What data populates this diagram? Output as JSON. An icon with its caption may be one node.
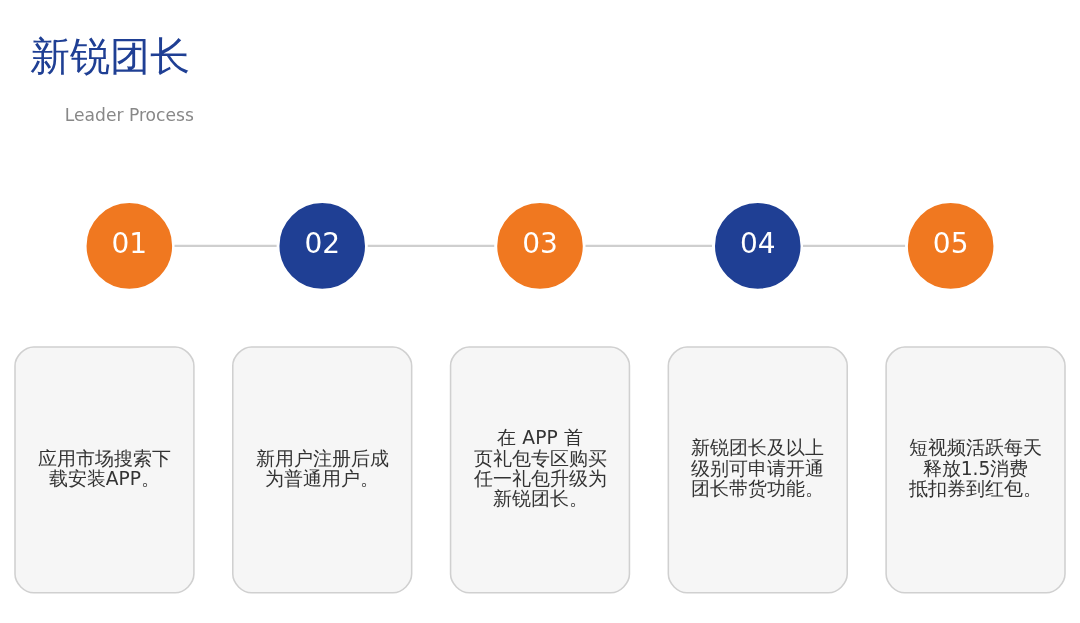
{
  "diagram": {
    "title": "新锐团长",
    "nodes": [
      {
        "text": [
          "01"
        ]
      },
      {
        "text": [
          "02"
        ]
      },
      {
        "text": [
          "03"
        ]
      },
      {
        "text": [
          "04"
        ]
      },
      {
        "text": [
          "05"
        ]
      },
      {
        "text": [
          "应用市场搜索下载安装APP。"
        ]
      },
      {
        "text": [
          "新用户注册后成为普通用户。"
        ]
      },
      {
        "text": [
          "在 APP 首页礼包专区购买任一礼包升级为新锐团长。"
        ]
      },
      {
        "text": [
          "新锐团长及以上级别可申请开通团长带货功能。"
        ]
      },
      {
        "text": [
          "短视频活跃每天释放1.5消费抵扣券到红包。"
        ]
      }
    ],
    "edges": [
      {
        "from": 0,
        "to": 1,
        "arrow": "none"
      },
      {
        "from": 1,
        "to": 2,
        "arrow": "none"
      },
      {
        "from": 2,
        "to": 3,
        "arrow": "none"
      },
      {
        "from": 3,
        "to": 4,
        "arrow": "none"
      }
    ],
    "labels": [
      "Leader Process"
    ]
  }
}
